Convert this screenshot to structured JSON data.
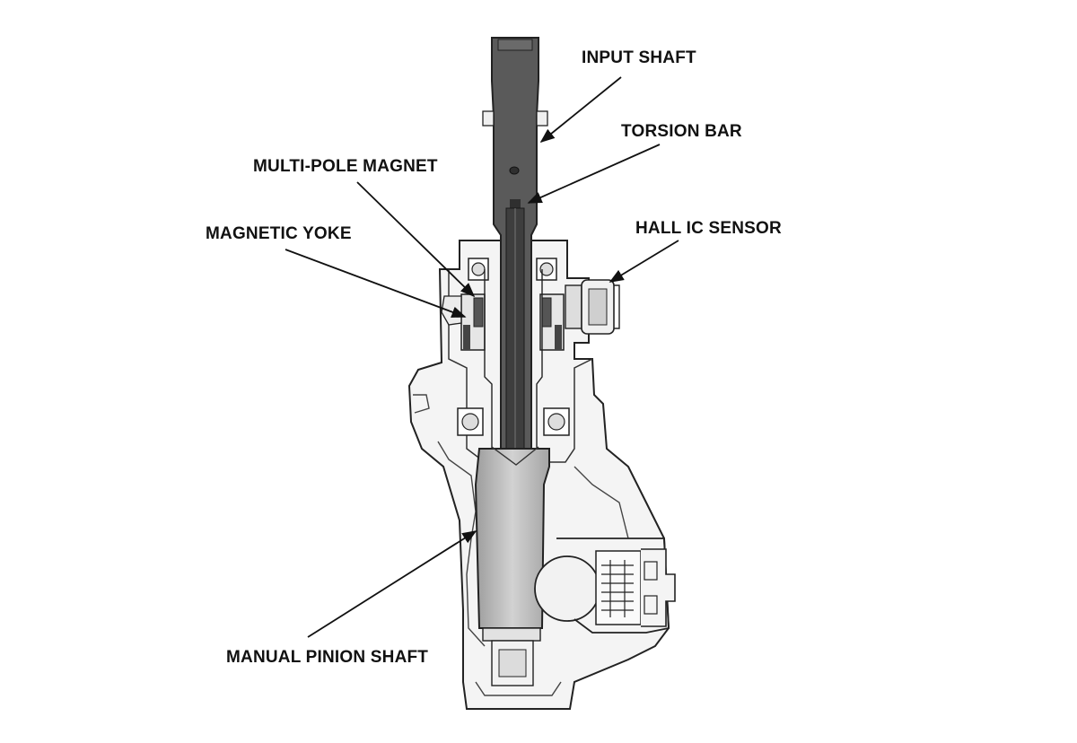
{
  "labels": {
    "input_shaft": "INPUT SHAFT",
    "torsion_bar": "TORSION BAR",
    "multi_pole_magnet": "MULTI-POLE MAGNET",
    "magnetic_yoke": "MAGNETIC YOKE",
    "hall_ic_sensor": "HALL IC SENSOR",
    "manual_pinion_shaft": "MANUAL PINION SHAFT"
  },
  "colors": {
    "background": "#ffffff",
    "outline": "#222222",
    "housing_fill": "#f4f4f4",
    "shaft_dark": "#5a5a5a",
    "shaft_darker": "#3e3e3e",
    "pinion_fill": "#b9b9b9",
    "leader": "#111111"
  }
}
